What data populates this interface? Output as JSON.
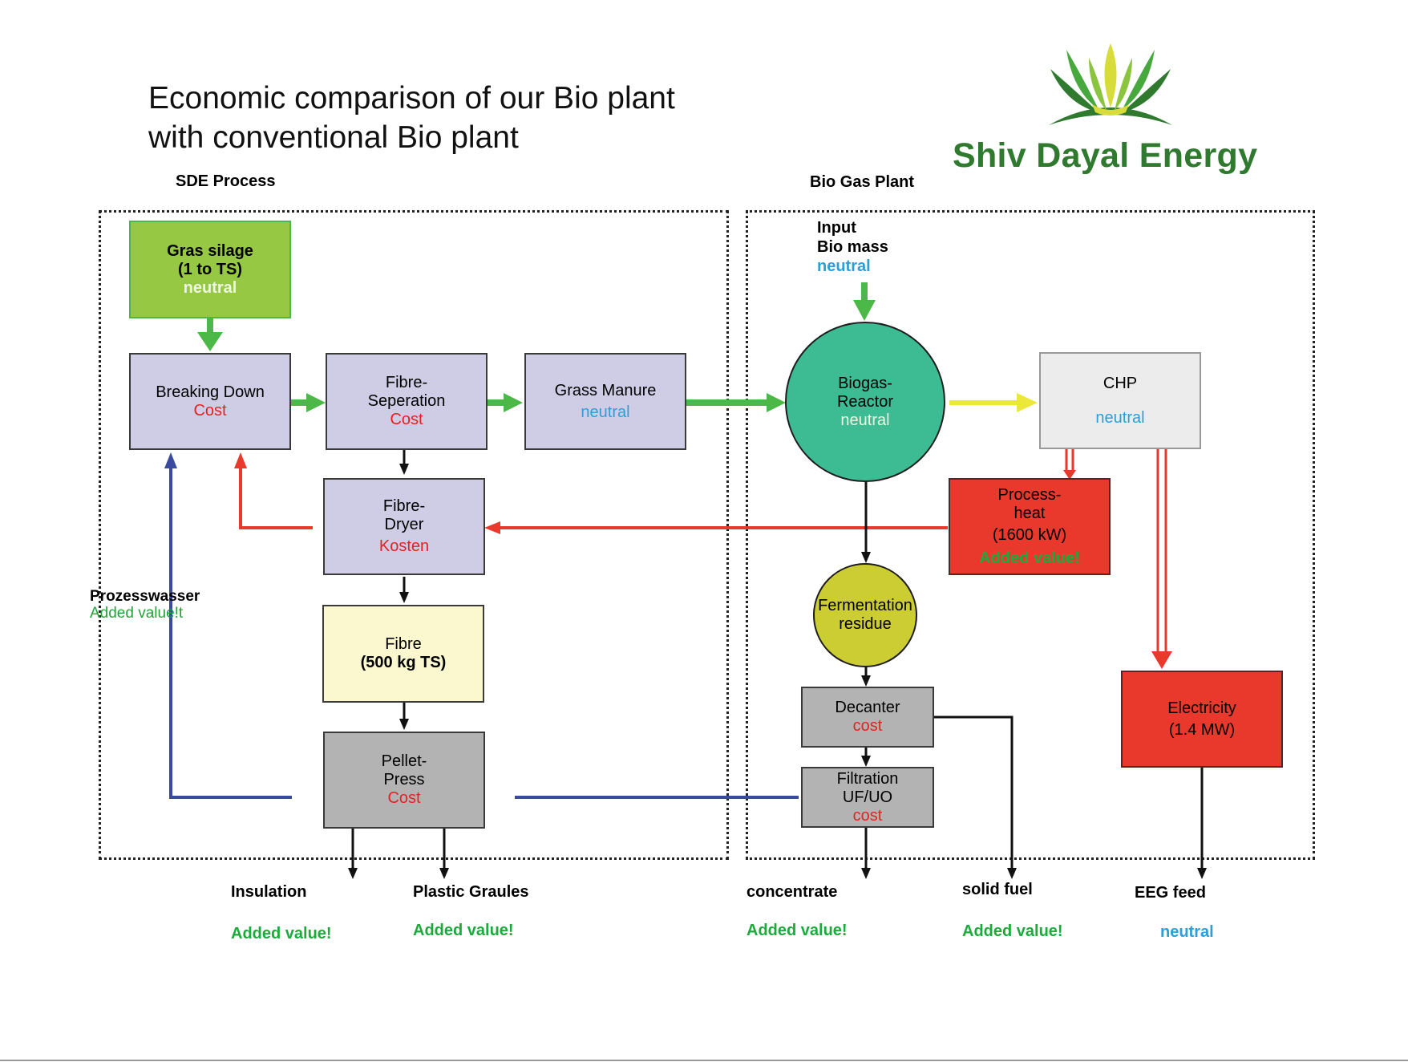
{
  "title": {
    "line1": "Economic comparison of our Bio plant",
    "line2": "with conventional Bio plant"
  },
  "brand": {
    "name": "Shiv Dayal Energy",
    "logo_icon": "wheat-sprout-logo",
    "colors": {
      "green": "#2f7a2f",
      "yellow": "#d8dc3a"
    }
  },
  "sections": {
    "sde": "SDE Process",
    "biogas": "Bio Gas Plant"
  },
  "sde_nodes": {
    "gras_silage": {
      "line1": "Gras silage",
      "line2": "(1 to TS)",
      "status": "neutral"
    },
    "breaking_down": {
      "label": "Breaking Down",
      "status": "Cost"
    },
    "fibre_separation": {
      "line1": "Fibre-",
      "line2": "Seperation",
      "status": "Cost"
    },
    "grass_manure": {
      "label": "Grass Manure",
      "status": "neutral"
    },
    "fibre_dryer": {
      "line1": "Fibre-",
      "line2": "Dryer",
      "status": "Kosten"
    },
    "fibre": {
      "line1": "Fibre",
      "line2": "(500 kg TS)"
    },
    "pellet_press": {
      "line1": "Pellet-",
      "line2": "Press",
      "status": "Cost"
    },
    "prozesswasser": {
      "label": "Prozesswasser",
      "status": "Added value!t"
    }
  },
  "biogas_nodes": {
    "input": {
      "line1": "Input",
      "line2": "Bio mass",
      "status": "neutral"
    },
    "reactor": {
      "line1": "Biogas-",
      "line2": "Reactor",
      "status": "neutral"
    },
    "chp": {
      "label": "CHP",
      "status": "neutral"
    },
    "process_heat": {
      "line1": "Process-",
      "line2": "heat",
      "line3": "(1600 kW)",
      "status": "Added value!"
    },
    "fermentation": {
      "line1": "Fermentation",
      "line2": "residue"
    },
    "decanter": {
      "label": "Decanter",
      "status": "cost"
    },
    "filtration": {
      "line1": "Filtration",
      "line2": "UF/UO",
      "status": "cost"
    },
    "electricity": {
      "line1": "Electricity",
      "line2": "(1.4  MW)"
    }
  },
  "outputs": [
    {
      "label": "Insulation",
      "value": "Added value!"
    },
    {
      "label": "Plastic Graules",
      "value": "Added value!"
    },
    {
      "label": "concentrate",
      "value": "Added value!"
    },
    {
      "label": "solid fuel",
      "value": "Added value!"
    },
    {
      "label": "EEG feed",
      "value": "neutral"
    }
  ],
  "colors": {
    "flow_green": "#4cb848",
    "flow_red": "#e8392c",
    "flow_blue": "#3a4a9e",
    "flow_yellow": "#ece83a",
    "reactor": "#3dbb93",
    "fermentation": "#cccc33"
  }
}
